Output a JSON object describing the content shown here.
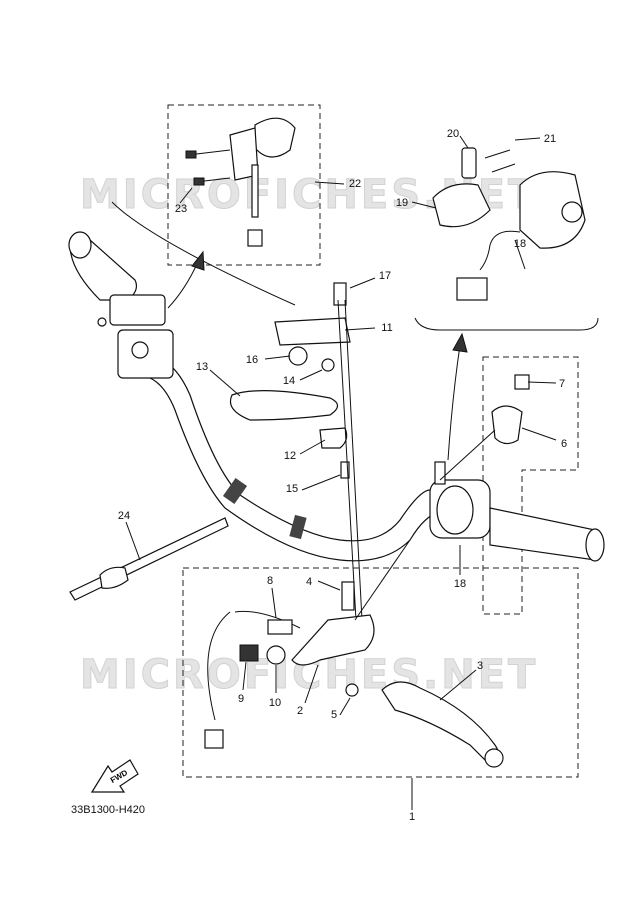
{
  "watermark": "MICROFICHES.NET",
  "diagram_code": "33B1300-H420",
  "fwd_label": "FWD",
  "parts": [
    {
      "id": "1",
      "label": "1"
    },
    {
      "id": "2",
      "label": "2"
    },
    {
      "id": "3",
      "label": "3"
    },
    {
      "id": "4",
      "label": "4"
    },
    {
      "id": "5",
      "label": "5"
    },
    {
      "id": "6",
      "label": "6"
    },
    {
      "id": "7",
      "label": "7"
    },
    {
      "id": "8",
      "label": "8"
    },
    {
      "id": "9",
      "label": "9"
    },
    {
      "id": "10",
      "label": "10"
    },
    {
      "id": "11",
      "label": "11"
    },
    {
      "id": "12",
      "label": "12"
    },
    {
      "id": "13",
      "label": "13"
    },
    {
      "id": "14",
      "label": "14"
    },
    {
      "id": "15",
      "label": "15"
    },
    {
      "id": "16",
      "label": "16"
    },
    {
      "id": "17",
      "label": "17"
    },
    {
      "id": "18a",
      "label": "18"
    },
    {
      "id": "18b",
      "label": "18"
    },
    {
      "id": "19",
      "label": "19"
    },
    {
      "id": "20",
      "label": "20"
    },
    {
      "id": "21",
      "label": "21"
    },
    {
      "id": "22",
      "label": "22"
    },
    {
      "id": "23",
      "label": "23"
    },
    {
      "id": "24",
      "label": "24"
    }
  ]
}
